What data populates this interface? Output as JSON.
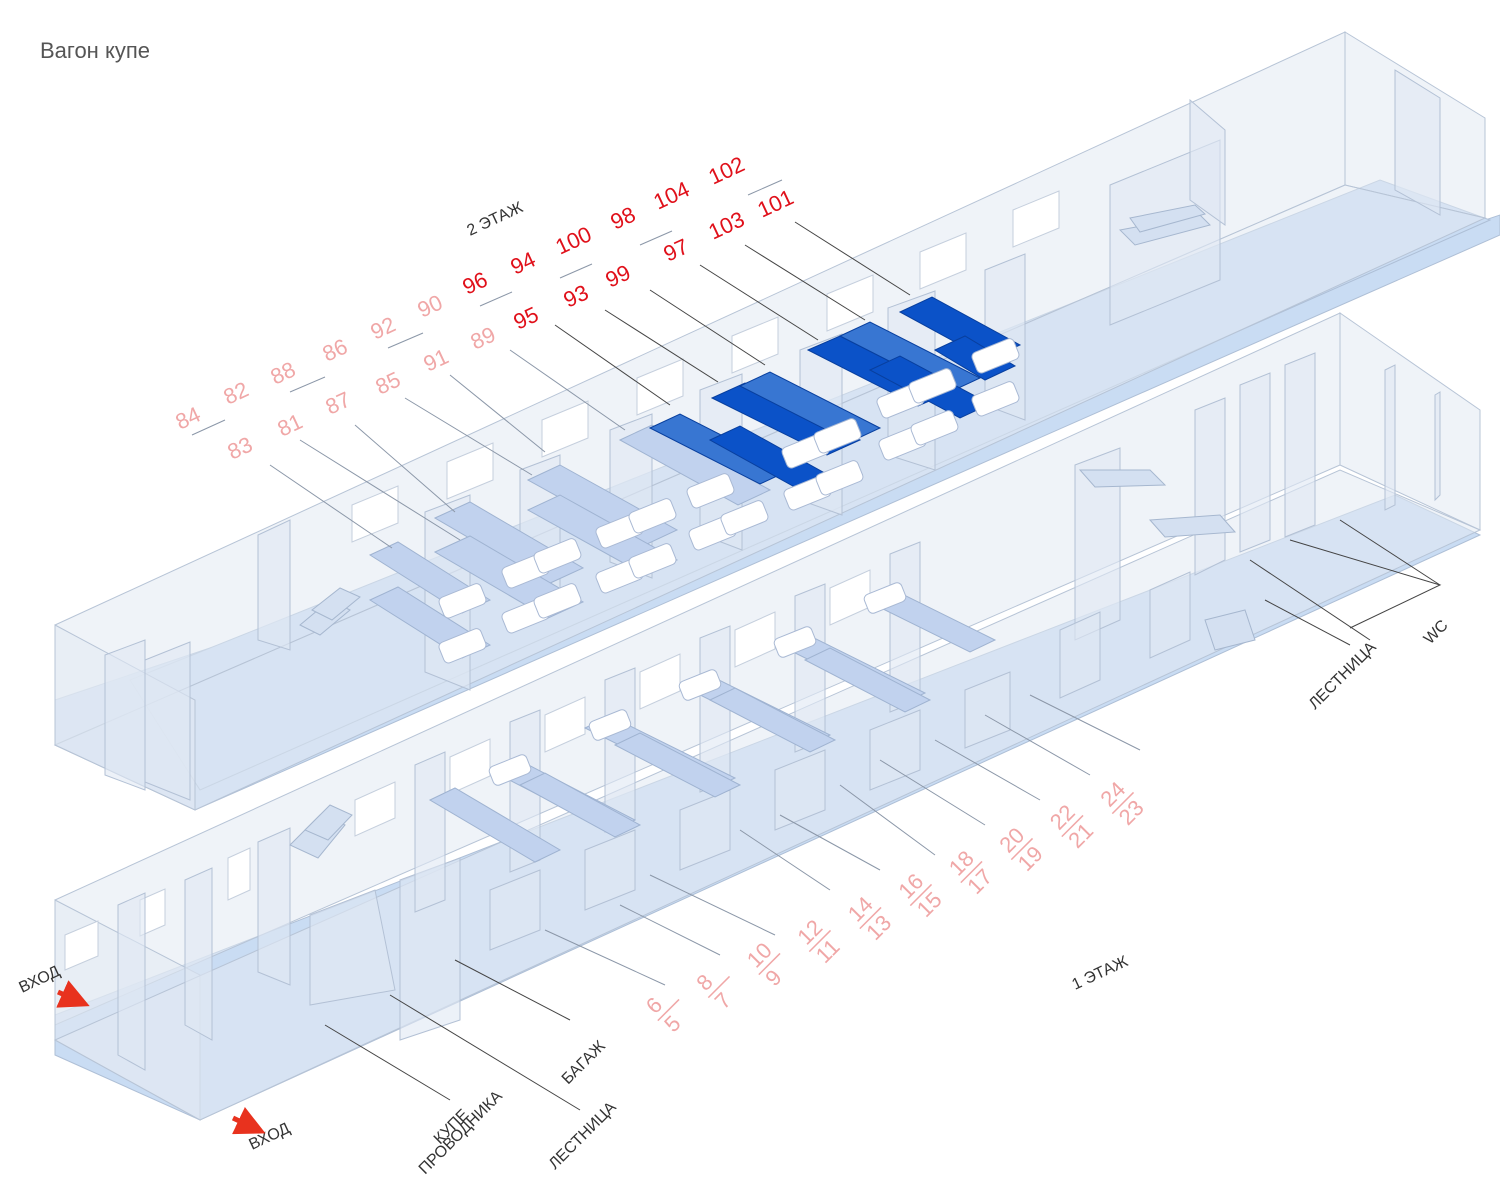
{
  "title": "Вагон купе",
  "upper": {
    "floor_label": "2 ЭТАЖ",
    "top_row": [
      {
        "n": "84",
        "sel": false
      },
      {
        "n": "82",
        "sel": false
      },
      {
        "n": "88",
        "sel": false
      },
      {
        "n": "86",
        "sel": false
      },
      {
        "n": "92",
        "sel": false
      },
      {
        "n": "90",
        "sel": false
      },
      {
        "n": "96",
        "sel": true
      },
      {
        "n": "94",
        "sel": true
      },
      {
        "n": "100",
        "sel": true
      },
      {
        "n": "98",
        "sel": true
      },
      {
        "n": "104",
        "sel": true
      },
      {
        "n": "102",
        "sel": true
      }
    ],
    "bottom_row": [
      {
        "n": "83",
        "sel": false
      },
      {
        "n": "81",
        "sel": false
      },
      {
        "n": "87",
        "sel": false
      },
      {
        "n": "85",
        "sel": false
      },
      {
        "n": "91",
        "sel": false
      },
      {
        "n": "89",
        "sel": false
      },
      {
        "n": "95",
        "sel": true
      },
      {
        "n": "93",
        "sel": true
      },
      {
        "n": "99",
        "sel": true
      },
      {
        "n": "97",
        "sel": true
      },
      {
        "n": "103",
        "sel": true
      },
      {
        "n": "101",
        "sel": true
      }
    ]
  },
  "lower": {
    "floor_label": "1 ЭТАЖ",
    "seat_pairs": [
      {
        "top": "6",
        "bottom": "5"
      },
      {
        "top": "8",
        "bottom": "7"
      },
      {
        "top": "10",
        "bottom": "9"
      },
      {
        "top": "12",
        "bottom": "11"
      },
      {
        "top": "14",
        "bottom": "13"
      },
      {
        "top": "16",
        "bottom": "15"
      },
      {
        "top": "18",
        "bottom": "17"
      },
      {
        "top": "20",
        "bottom": "19"
      },
      {
        "top": "22",
        "bottom": "21"
      },
      {
        "top": "24",
        "bottom": "23"
      }
    ],
    "callouts": {
      "stairs_right": "ЛЕСТНИЦА",
      "wc": "WC",
      "baggage": "БАГАЖ",
      "conductor_line1": "КУПЕ",
      "conductor_line2": "ПРОВОДНИКА",
      "stairs_left": "ЛЕСТНИЦА",
      "entrance_side": "ВХОД",
      "entrance_bottom": "ВХОД"
    }
  },
  "colors": {
    "seat_free": "#f0a7a7",
    "seat_selected": "#e0101a",
    "entrance_arrow": "#e8321e",
    "shelf_selected": "#0b52c8"
  }
}
